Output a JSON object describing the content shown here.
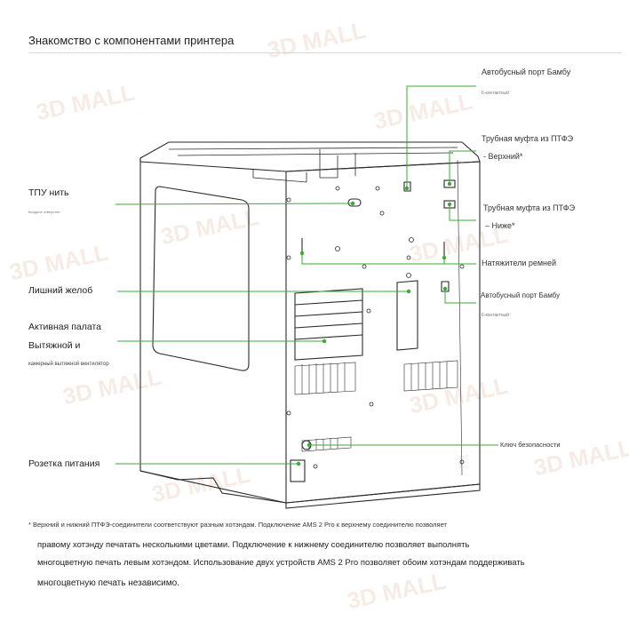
{
  "title": "Знакомство с компонентами принтера",
  "labels": {
    "bus_port_top": "Автобусный порт Бамбу",
    "bus_port_top_sub": "6-контактный",
    "ptfe_upper_1": "Трубная муфта из ПТФЭ",
    "ptfe_upper_2": "- Верхний*",
    "ptfe_lower_1": "Трубная муфта из ПТФЭ",
    "ptfe_lower_2": "– Ниже*",
    "belt_tensioners": "Натяжители ремней",
    "bus_port_bottom": "Автобусный порт Бамбу",
    "bus_port_bottom_sub": "6-контактный",
    "safety_key": "Ключ безопасности",
    "tpu_filament": "ТПУ нить",
    "tpu_sub": "Входное отверстие",
    "waste_chute": "Лишний желоб",
    "active_chamber": "Активная палата",
    "exhaust_1": "Вытяжной и",
    "exhaust_2": "камерный вытяжной вентилятор",
    "power_socket": "Розетка питания"
  },
  "footnote": {
    "line1": "* Верхний и нижний ПТФЭ-соединители соответствуют разным хотэндам. Подключение AMS 2 Pro к верхнему соединителю позволяет",
    "line2": "правому хотэнду печатать несколькими цветами. Подключение к нижнему соединителю позволяет выполнять",
    "line3": "многоцветную печать левым хотэндом. Использование двух устройств AMS 2 Pro позволяет обоим хотэндам поддерживать",
    "line4": "многоцветную печать независимо."
  },
  "watermark": "3D MALL",
  "colors": {
    "accent": "#3aa935",
    "line": "#2a2a2a",
    "rule": "#d6d6d6"
  }
}
